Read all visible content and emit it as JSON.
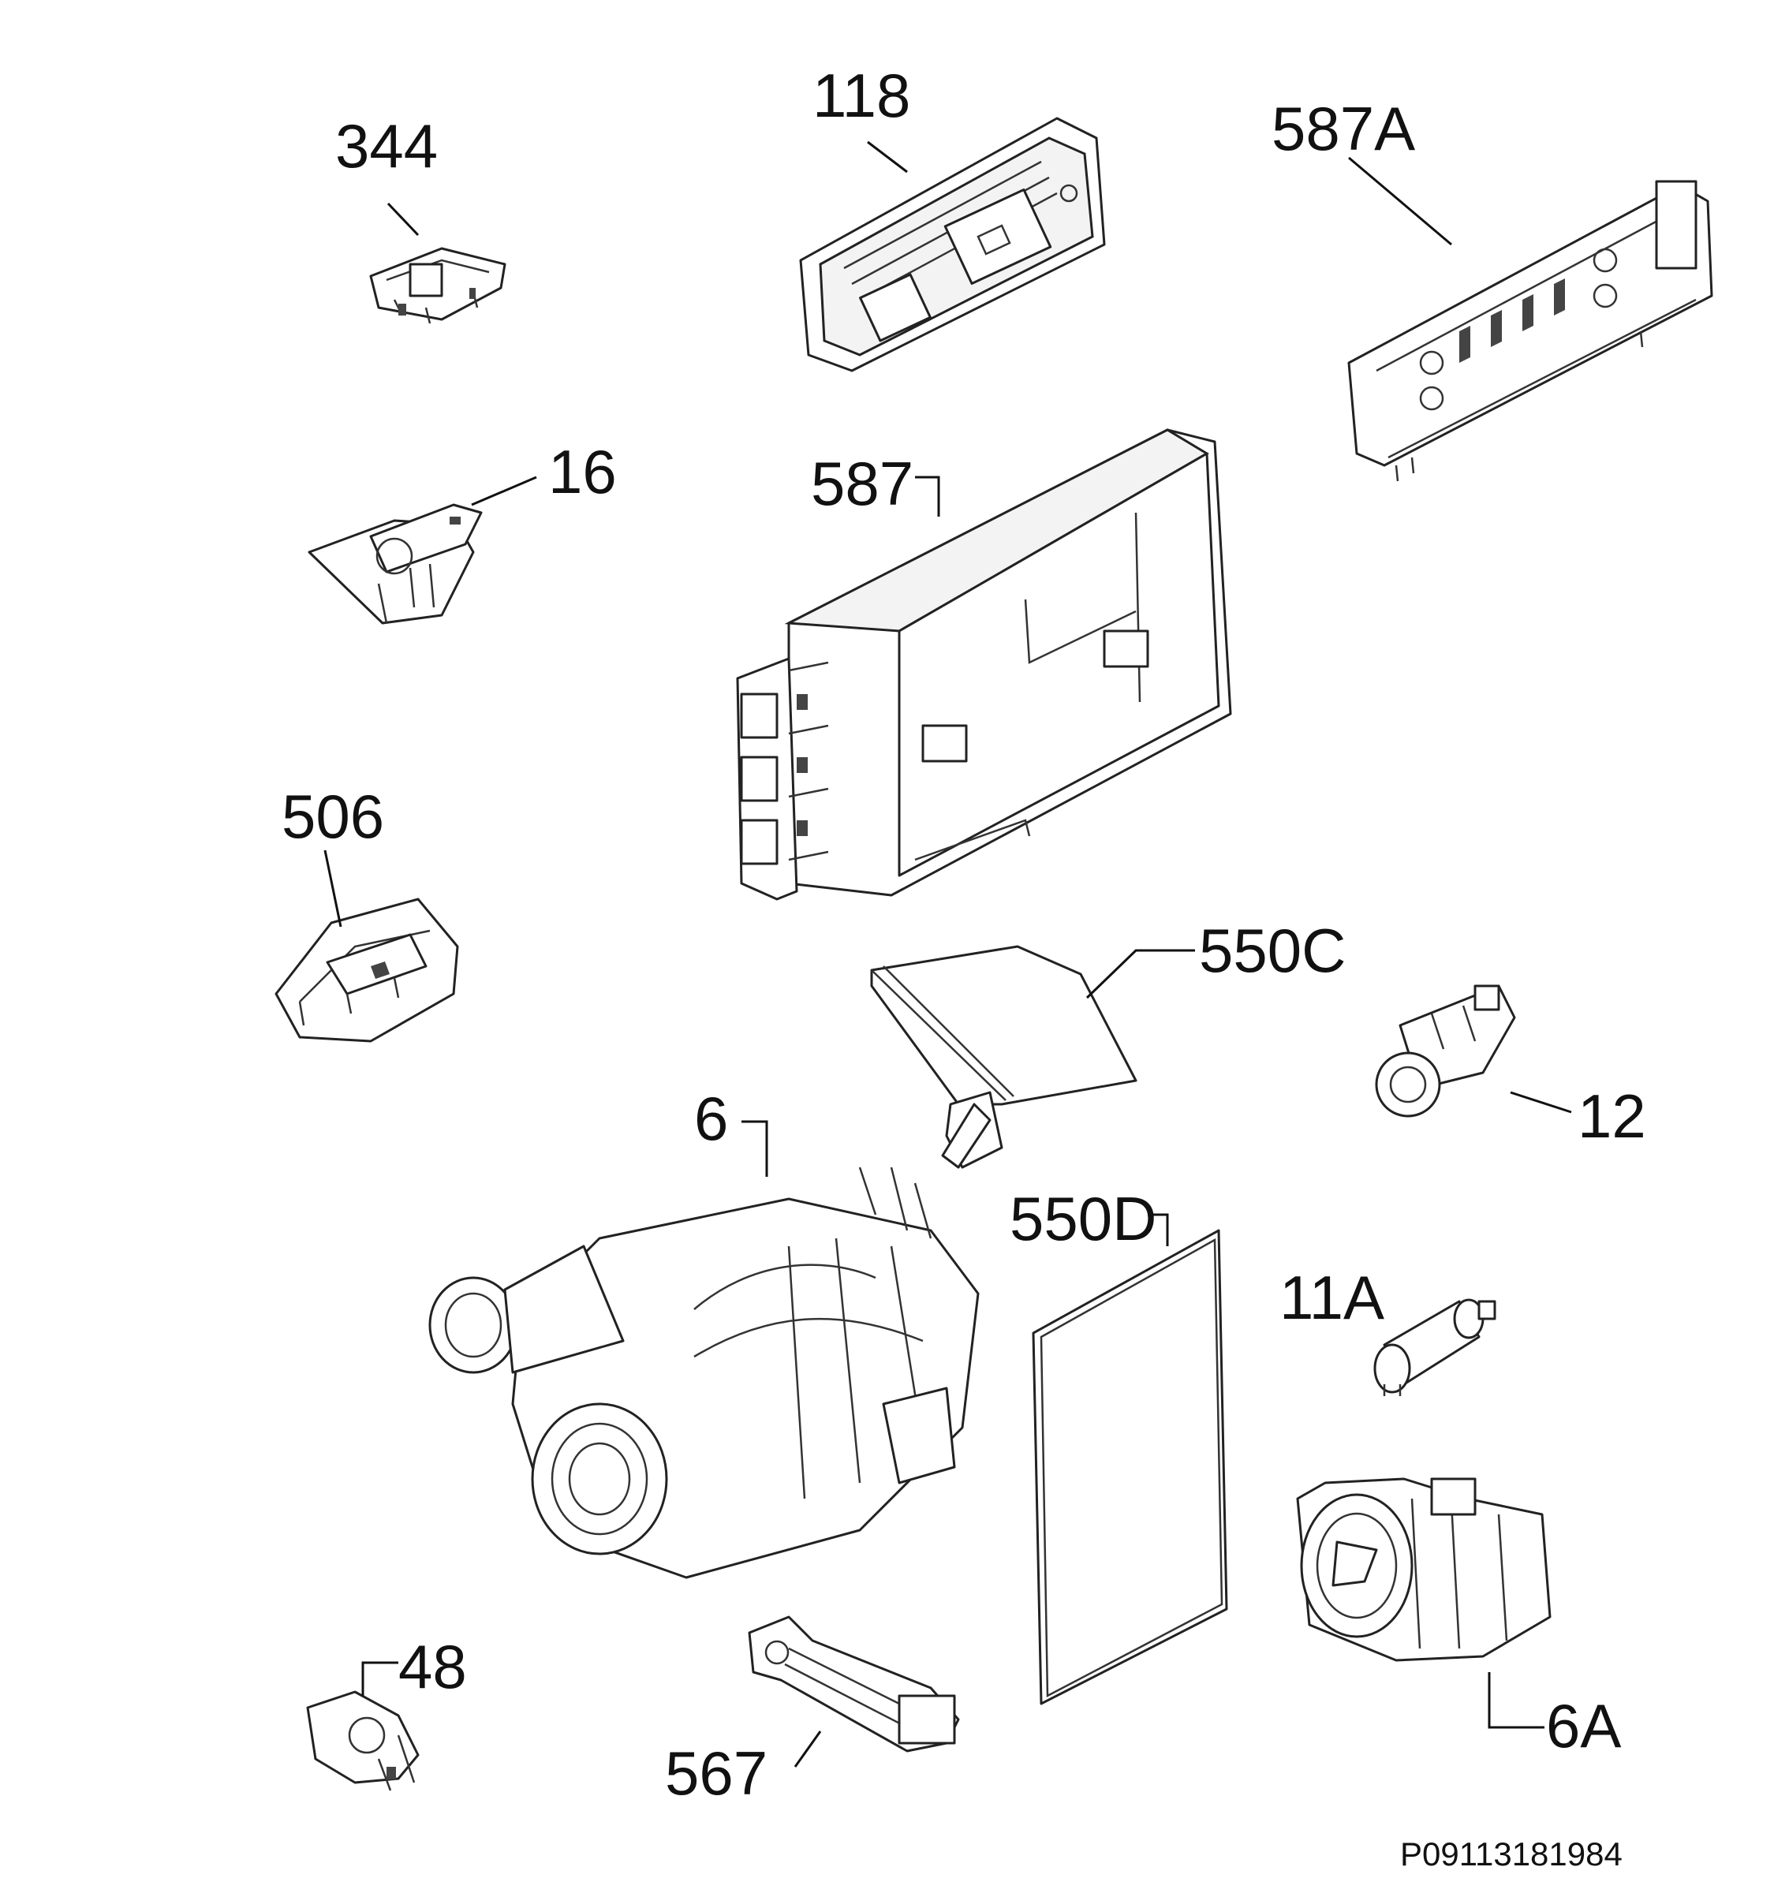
{
  "diagram": {
    "parts": [
      {
        "id": "344",
        "label": "344"
      },
      {
        "id": "118",
        "label": "118"
      },
      {
        "id": "587A",
        "label": "587A"
      },
      {
        "id": "16",
        "label": "16"
      },
      {
        "id": "587",
        "label": "587"
      },
      {
        "id": "506",
        "label": "506"
      },
      {
        "id": "550C",
        "label": "550C"
      },
      {
        "id": "12",
        "label": "12"
      },
      {
        "id": "6",
        "label": "6"
      },
      {
        "id": "550D",
        "label": "550D"
      },
      {
        "id": "11A",
        "label": "11A"
      },
      {
        "id": "6A",
        "label": "6A"
      },
      {
        "id": "48",
        "label": "48"
      },
      {
        "id": "567",
        "label": "567"
      }
    ],
    "drawing_code": "P09113181984"
  }
}
